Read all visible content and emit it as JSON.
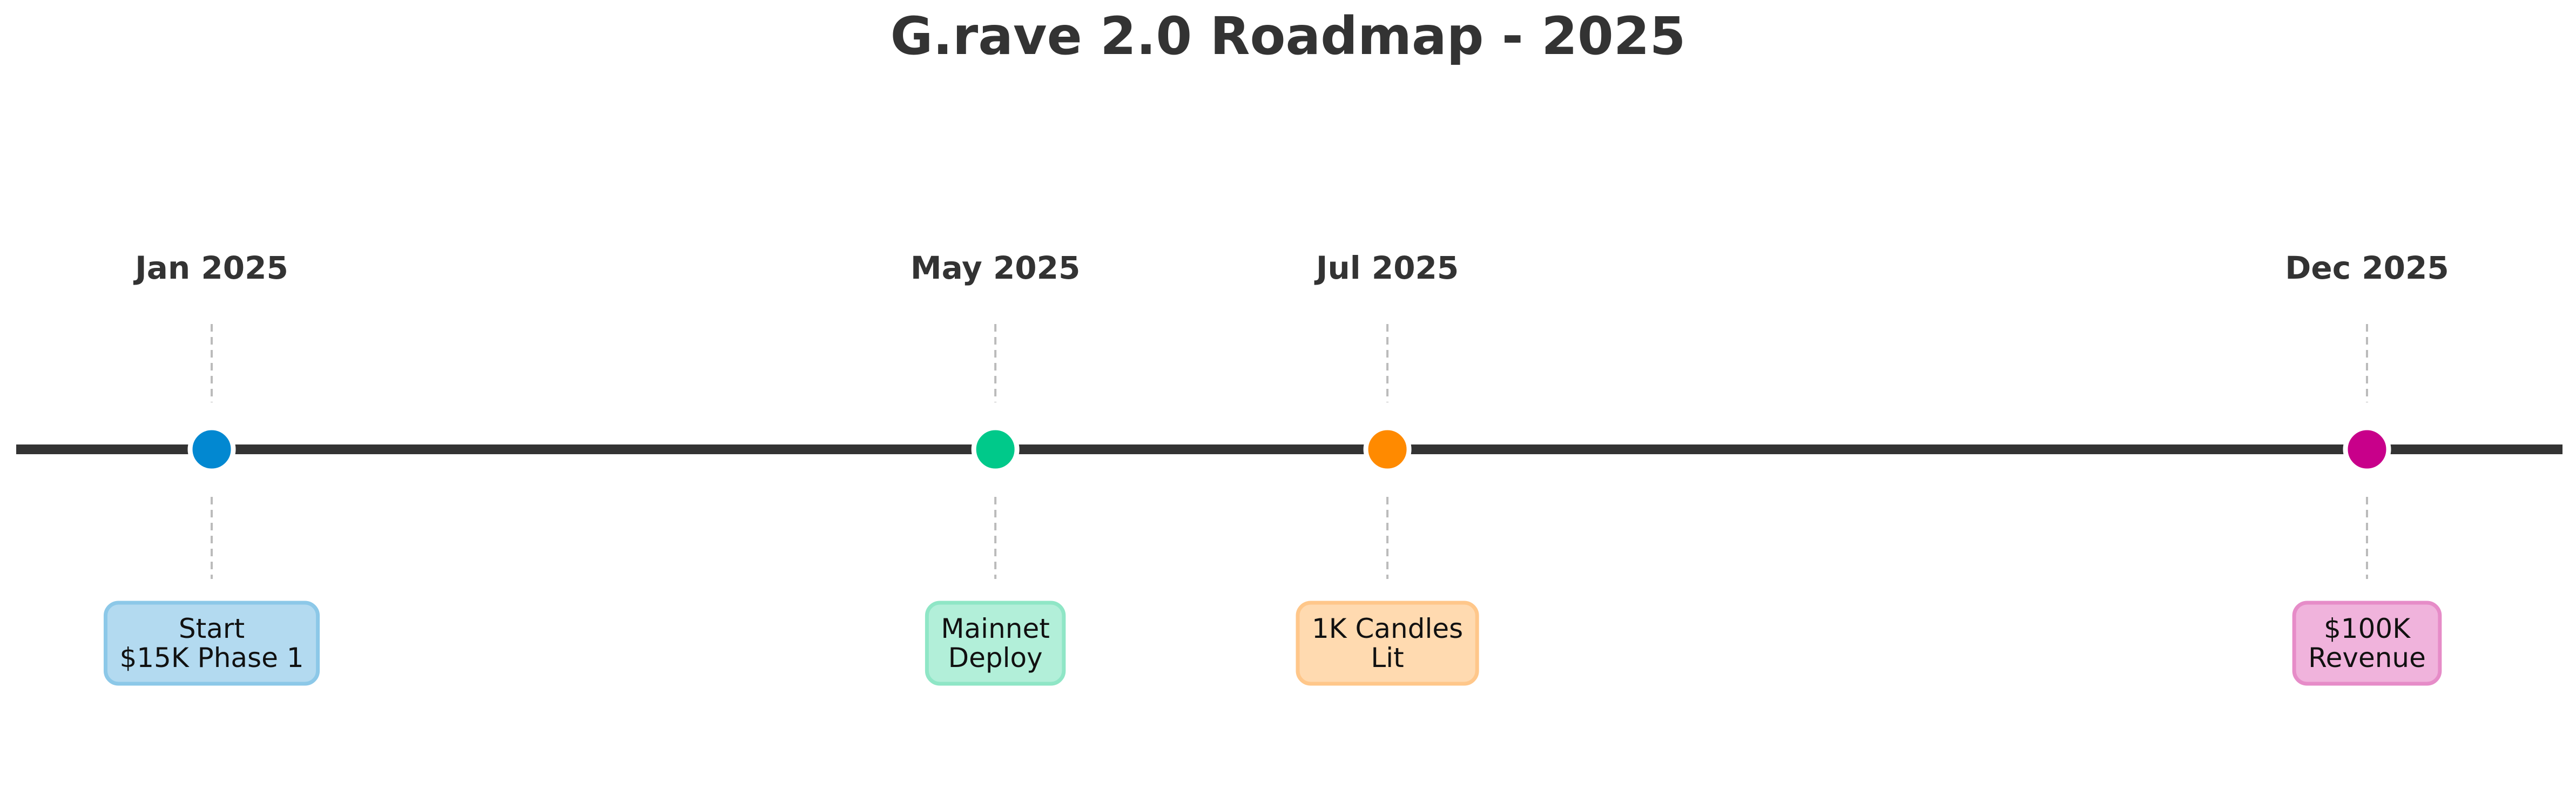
{
  "title": "G.rave 2.0 Roadmap - 2025",
  "timeline": {
    "line_color": "#333333",
    "connector_color": "#bbbbbb",
    "milestones": [
      {
        "date": "Jan 2025",
        "position": 0.0,
        "lines": [
          "Start",
          "$15K Phase 1"
        ],
        "dot_color": "#0288D1",
        "box_fill": "#B3DAF0",
        "box_stroke": "#8CC8E8"
      },
      {
        "date": "May 2025",
        "position": 0.3636,
        "lines": [
          "Mainnet",
          "Deploy"
        ],
        "dot_color": "#00C98A",
        "box_fill": "#B2EFD9",
        "box_stroke": "#8FE6C6"
      },
      {
        "date": "Jul 2025",
        "position": 0.5455,
        "lines": [
          "1K Candles",
          "Lit"
        ],
        "dot_color": "#FF8A00",
        "box_fill": "#FFDAB0",
        "box_stroke": "#FFC78A"
      },
      {
        "date": "Dec 2025",
        "position": 1.0,
        "lines": [
          "$100K",
          "Revenue"
        ],
        "dot_color": "#C8008A",
        "box_fill": "#F0B3DC",
        "box_stroke": "#E68CC8"
      }
    ]
  }
}
